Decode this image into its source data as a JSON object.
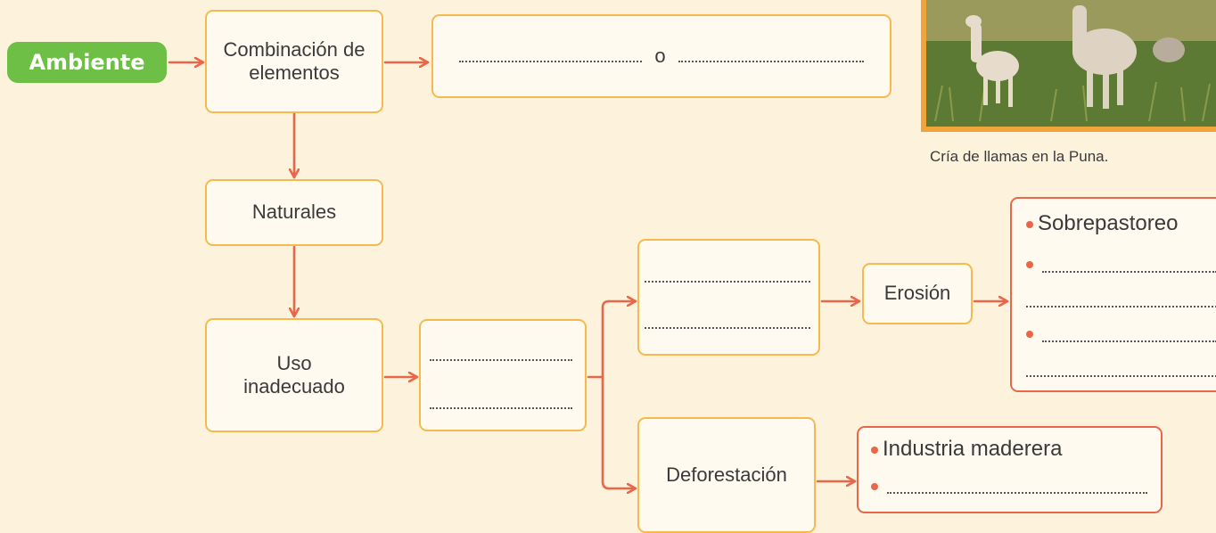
{
  "diagram": {
    "root": "Ambiente",
    "combinacion": "Combinación de elementos",
    "connector_o": "o",
    "naturales": "Naturales",
    "uso_inadecuado": "Uso inadecuado",
    "erosion": "Erosión",
    "deforestacion": "Deforestación",
    "erosion_causes": [
      "Sobrepastoreo"
    ],
    "deforestation_causes": [
      "Industria maderera"
    ]
  },
  "photo": {
    "caption": "Cría de llamas en la Puna."
  },
  "colors": {
    "arrow": "#e8664a",
    "box_border": "#f5b94d",
    "root_pill": "#6dbf45",
    "background": "#fdf3dc"
  }
}
